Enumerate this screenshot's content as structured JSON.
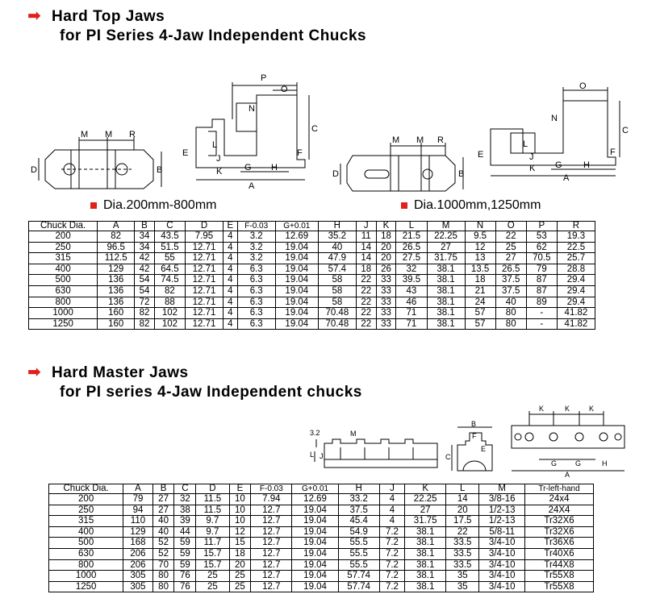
{
  "section1": {
    "title": "Hard Top Jaws",
    "subtitle": "for PI Series 4-Jaw Independent Chucks",
    "dia_label_left": "Dia.200mm-800mm",
    "dia_label_right": "Dia.1000mm,1250mm",
    "drawing_labels": {
      "left_top": [
        "M",
        "M",
        "R",
        "D",
        "B"
      ],
      "left_side": [
        "P",
        "O",
        "N",
        "C",
        "E",
        "F",
        "L",
        "J",
        "K",
        "G",
        "H",
        "A"
      ],
      "right_top": [
        "M",
        "M",
        "R",
        "D",
        "B"
      ],
      "right_side": [
        "O",
        "N",
        "C",
        "E",
        "F",
        "L",
        "J",
        "K",
        "G",
        "H",
        "A"
      ]
    },
    "table": {
      "headers": [
        "Chuck Dia.",
        "A",
        "B",
        "C",
        "D",
        "E",
        "F-0.03",
        "G+0.01",
        "H",
        "J",
        "K",
        "L",
        "M",
        "N",
        "O",
        "P",
        "R"
      ],
      "rows": [
        [
          "200",
          "82",
          "34",
          "43.5",
          "7.95",
          "4",
          "3.2",
          "12.69",
          "35.2",
          "11",
          "18",
          "21.5",
          "22.25",
          "9.5",
          "22",
          "53",
          "19.3"
        ],
        [
          "250",
          "96.5",
          "34",
          "51.5",
          "12.71",
          "4",
          "3.2",
          "19.04",
          "40",
          "14",
          "20",
          "26.5",
          "27",
          "12",
          "25",
          "62",
          "22.5"
        ],
        [
          "315",
          "112.5",
          "42",
          "55",
          "12.71",
          "4",
          "3.2",
          "19.04",
          "47.9",
          "14",
          "20",
          "27.5",
          "31.75",
          "13",
          "27",
          "70.5",
          "25.7"
        ],
        [
          "400",
          "129",
          "42",
          "64.5",
          "12.71",
          "4",
          "6.3",
          "19.04",
          "57.4",
          "18",
          "26",
          "32",
          "38.1",
          "13.5",
          "26.5",
          "79",
          "28.8"
        ],
        [
          "500",
          "136",
          "54",
          "74.5",
          "12.71",
          "4",
          "6.3",
          "19.04",
          "58",
          "22",
          "33",
          "39.5",
          "38.1",
          "18",
          "37.5",
          "87",
          "29.4"
        ],
        [
          "630",
          "136",
          "54",
          "82",
          "12.71",
          "4",
          "6.3",
          "19.04",
          "58",
          "22",
          "33",
          "43",
          "38.1",
          "21",
          "37.5",
          "87",
          "29.4"
        ],
        [
          "800",
          "136",
          "72",
          "88",
          "12.71",
          "4",
          "6.3",
          "19.04",
          "58",
          "22",
          "33",
          "46",
          "38.1",
          "24",
          "40",
          "89",
          "29.4"
        ],
        [
          "1000",
          "160",
          "82",
          "102",
          "12.71",
          "4",
          "6.3",
          "19.04",
          "70.48",
          "22",
          "33",
          "71",
          "38.1",
          "57",
          "80",
          "-",
          "41.82"
        ],
        [
          "1250",
          "160",
          "82",
          "102",
          "12.71",
          "4",
          "6.3",
          "19.04",
          "70.48",
          "22",
          "33",
          "71",
          "38.1",
          "57",
          "80",
          "-",
          "41.82"
        ]
      ]
    }
  },
  "section2": {
    "title": "Hard Master Jaws",
    "subtitle": "for PI series 4-Jaw Independent chucks",
    "drawing_labels": {
      "left": [
        "3.2",
        "M",
        "L",
        "J"
      ],
      "middle": [
        "B",
        "F",
        "E",
        "C"
      ],
      "right": [
        "K",
        "K",
        "K",
        "G",
        "G",
        "H",
        "A"
      ]
    },
    "table": {
      "headers": [
        "Chuck Dia.",
        "A",
        "B",
        "C",
        "D",
        "E",
        "F-0.03",
        "G+0.01",
        "H",
        "J",
        "K",
        "L",
        "M",
        "Tr-left-hand"
      ],
      "rows": [
        [
          "200",
          "79",
          "27",
          "32",
          "11.5",
          "10",
          "7.94",
          "12.69",
          "33.2",
          "4",
          "22.25",
          "14",
          "3/8-16",
          "24x4"
        ],
        [
          "250",
          "94",
          "27",
          "38",
          "11.5",
          "10",
          "12.7",
          "19.04",
          "37.5",
          "4",
          "27",
          "20",
          "1/2-13",
          "24X4"
        ],
        [
          "315",
          "110",
          "40",
          "39",
          "9.7",
          "10",
          "12.7",
          "19.04",
          "45.4",
          "4",
          "31.75",
          "17.5",
          "1/2-13",
          "Tr32X6"
        ],
        [
          "400",
          "129",
          "40",
          "44",
          "9.7",
          "12",
          "12.7",
          "19.04",
          "54.9",
          "7.2",
          "38.1",
          "22",
          "5/8-11",
          "Tr32X6"
        ],
        [
          "500",
          "168",
          "52",
          "59",
          "11.7",
          "15",
          "12.7",
          "19.04",
          "55.5",
          "7.2",
          "38.1",
          "33.5",
          "3/4-10",
          "Tr36X6"
        ],
        [
          "630",
          "206",
          "52",
          "59",
          "15.7",
          "18",
          "12.7",
          "19.04",
          "55.5",
          "7.2",
          "38.1",
          "33.5",
          "3/4-10",
          "Tr40X6"
        ],
        [
          "800",
          "206",
          "70",
          "59",
          "15.7",
          "20",
          "12.7",
          "19.04",
          "55.5",
          "7.2",
          "38.1",
          "33.5",
          "3/4-10",
          "Tr44X8"
        ],
        [
          "1000",
          "305",
          "80",
          "76",
          "25",
          "25",
          "12.7",
          "19.04",
          "57.74",
          "7.2",
          "38.1",
          "35",
          "3/4-10",
          "Tr55X8"
        ],
        [
          "1250",
          "305",
          "80",
          "76",
          "25",
          "25",
          "12.7",
          "19.04",
          "57.74",
          "7.2",
          "38.1",
          "35",
          "3/4-10",
          "Tr55X8"
        ]
      ]
    }
  },
  "colors": {
    "accent": "#e0201b",
    "ink": "#000000"
  },
  "icons": {
    "heading_marker": "red-arrow-icon",
    "label_marker": "red-square-icon"
  }
}
